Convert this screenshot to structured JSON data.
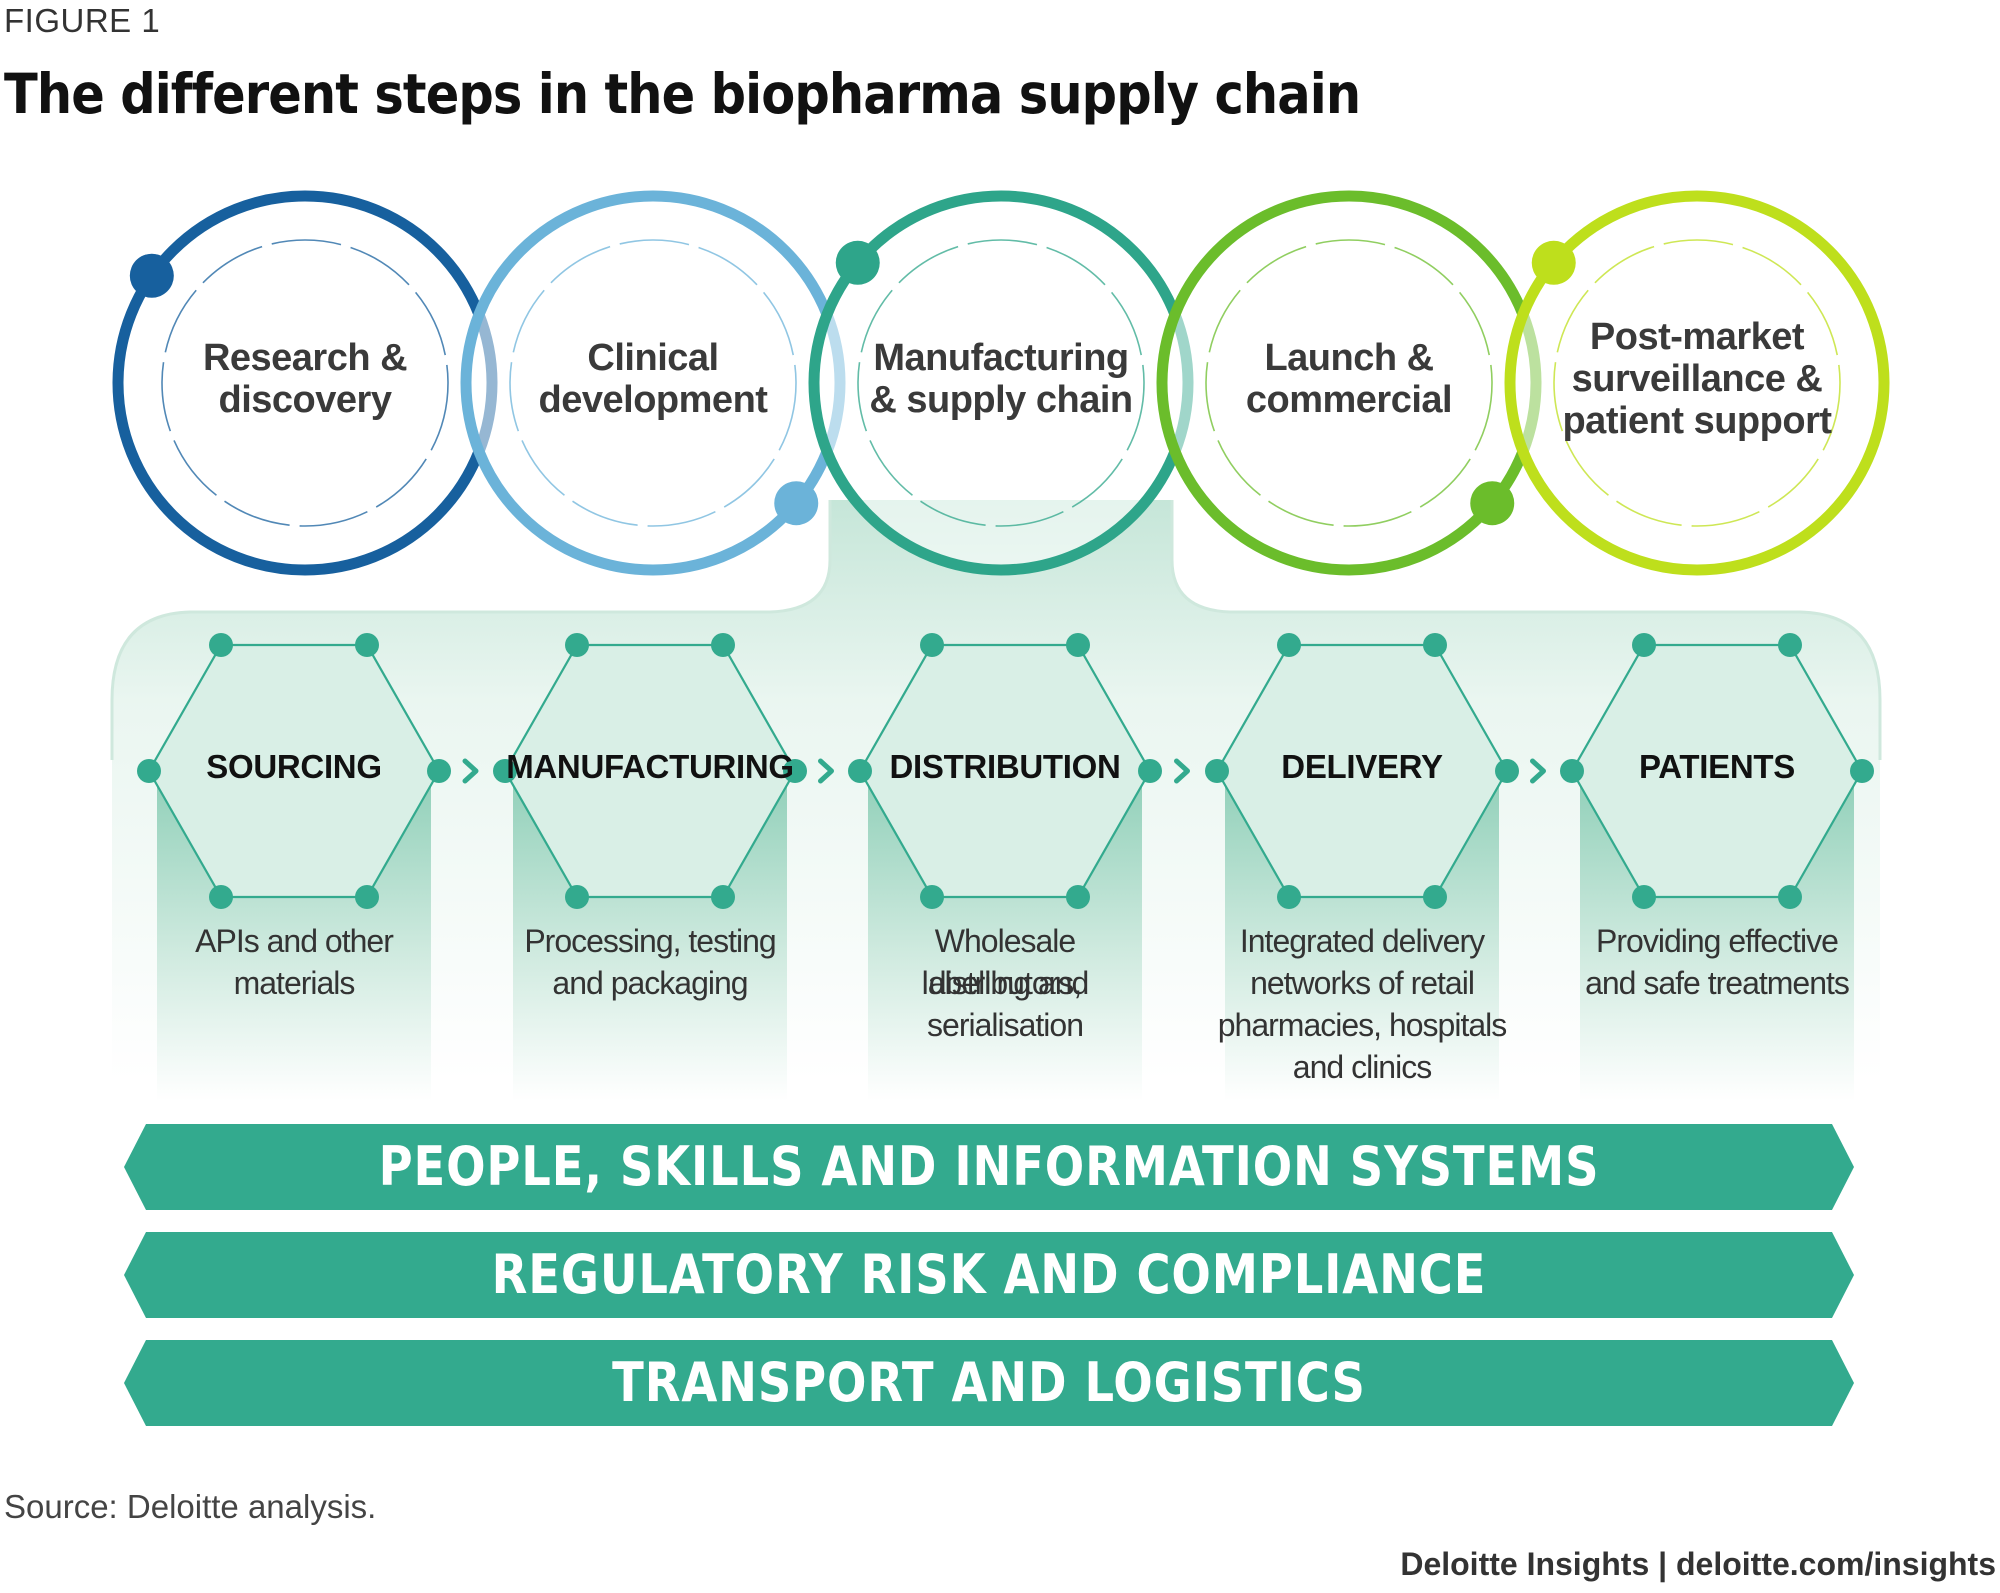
{
  "figure_label": "FIGURE 1",
  "title": "The different steps in the biopharma supply chain",
  "stages": [
    {
      "lines": [
        "Research &",
        "discovery"
      ],
      "color": "#17609e"
    },
    {
      "lines": [
        "Clinical",
        "development"
      ],
      "color": "#6bb3d9"
    },
    {
      "lines": [
        "Manufacturing",
        "& supply chain"
      ],
      "color": "#2ea58a"
    },
    {
      "lines": [
        "Launch &",
        "commercial"
      ],
      "color": "#6bbd2b"
    },
    {
      "lines": [
        "Post-market",
        "surveillance &",
        "patient support"
      ],
      "color": "#bedf1c"
    }
  ],
  "steps": [
    {
      "name": "SOURCING",
      "desc_lines": [
        "APIs and other",
        "materials"
      ]
    },
    {
      "name": "MANUFACTURING",
      "desc_lines": [
        "Processing, testing",
        "and packaging"
      ]
    },
    {
      "name": "DISTRIBUTION",
      "desc_lines": [
        "Wholesale distributors,",
        "labelling and",
        "serialisation"
      ]
    },
    {
      "name": "DELIVERY",
      "desc_lines": [
        "Integrated delivery",
        "networks of retail",
        "pharmacies, hospitals",
        "and clinics"
      ]
    },
    {
      "name": "PATIENTS",
      "desc_lines": [
        "Providing effective",
        "and safe treatments"
      ]
    }
  ],
  "bands": [
    "PEOPLE, SKILLS AND INFORMATION SYSTEMS",
    "REGULATORY RISK AND COMPLIANCE",
    "TRANSPORT AND LOGISTICS"
  ],
  "colors": {
    "accent": "#33aa8e",
    "band": "#33aa8e",
    "hex_fill": "#d9efe6",
    "panel_fill": "#e6f4ee"
  },
  "source": "Source: Deloitte analysis.",
  "credit": "Deloitte Insights | deloitte.com/insights"
}
